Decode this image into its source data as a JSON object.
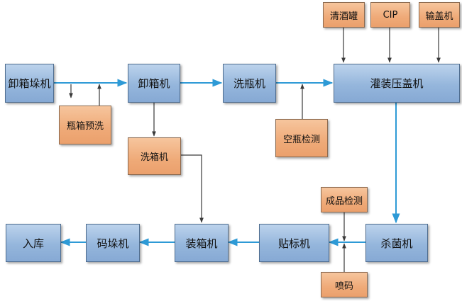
{
  "nodes": {
    "unstack_palletizer": "卸箱垛机",
    "case_unpacker": "卸箱机",
    "bottle_washer": "洗瓶机",
    "filler_capper": "灌装压盖机",
    "sterilizer": "杀菌机",
    "labeler": "贴标机",
    "case_packer": "装箱机",
    "palletizer": "码垛机",
    "warehouse": "入库",
    "bottle_case_prewash": "瓶箱预洗",
    "case_washer": "洗箱机",
    "empty_bottle_inspection": "空瓶检测",
    "clear_wine_tank": "清酒罐",
    "cip": "CIP",
    "cap_conveyor": "输盖机",
    "finished_product_inspection": "成品检测",
    "inkjet_coder": "喷码"
  },
  "colors": {
    "main_flow_arrow": "#2e9ad6",
    "aux_arrow": "#3a3a3a",
    "process_box": "#95b6dc",
    "auxiliary_box": "#efaa78"
  }
}
